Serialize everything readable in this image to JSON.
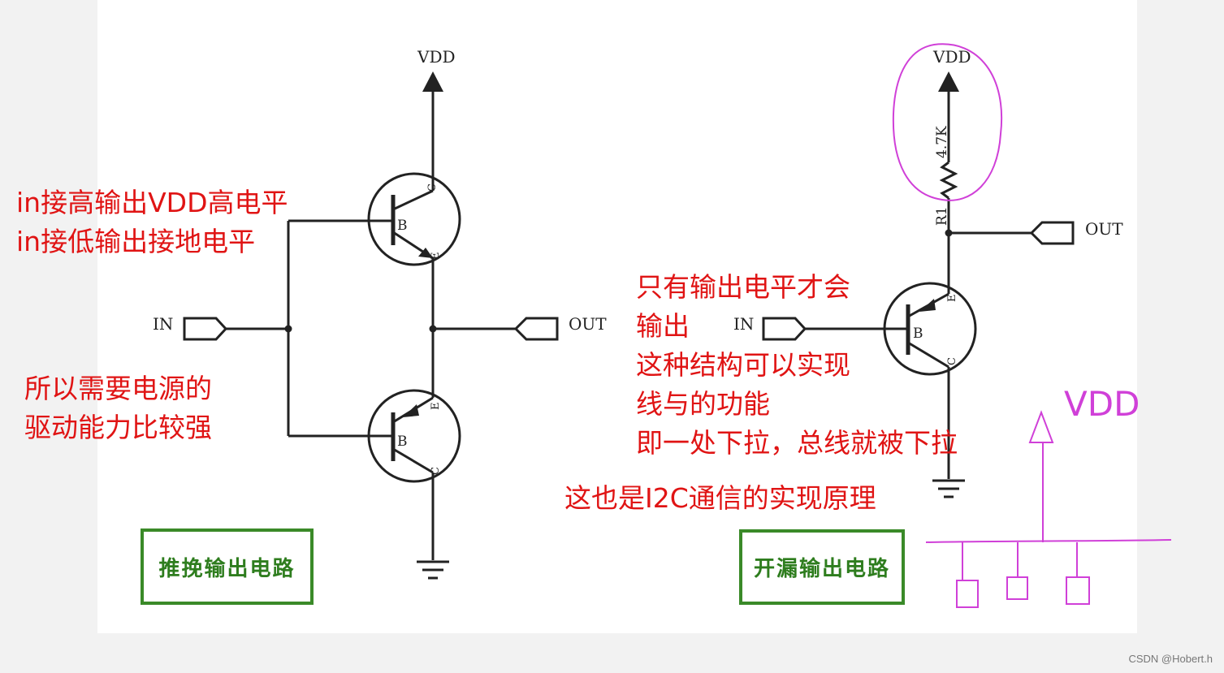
{
  "left_circuit": {
    "vdd_label": "VDD",
    "in_label": "IN",
    "out_label": "OUT",
    "top_transistor": {
      "base": "B",
      "collector": "C",
      "emitter": "E"
    },
    "bottom_transistor": {
      "base": "B",
      "collector": "C",
      "emitter": "E"
    },
    "title": "推挽输出电路"
  },
  "right_circuit": {
    "vdd_label": "VDD",
    "resistor_value": "4.7K",
    "resistor_name": "R1",
    "in_label": "IN",
    "out_label": "OUT",
    "transistor": {
      "base": "B",
      "collector": "C",
      "emitter": "E"
    },
    "title": "开漏输出电路"
  },
  "annotations": {
    "push_pull_note": "in接高输出VDD高电平\nin接低输出接地电平",
    "drive_note": "所以需要电源的\n驱动能力比较强",
    "open_drain_note": "只有输出电平才会\n输出\n这种结构可以实现\n线与的功能\n即一处下拉，总线就被下拉",
    "i2c_note": "这也是I2C通信的实现原理",
    "sketch_vdd": "VDD"
  },
  "colors": {
    "annotation_red": "#e01414",
    "sketch_magenta": "#d040d8",
    "title_green": "#3a8a28"
  },
  "watermark": "CSDN @Hobert.h"
}
